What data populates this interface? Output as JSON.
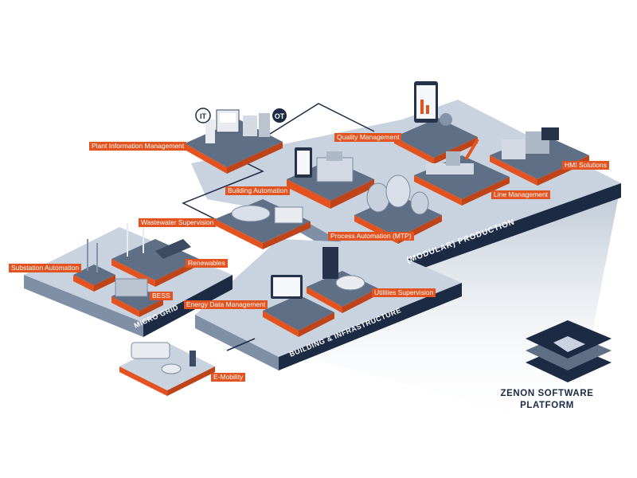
{
  "labels": {
    "plant_info": "Plant Information Management",
    "quality": "Quality Management",
    "building_automation": "Building Automation",
    "hmi": "HMI Solutions",
    "line_mgmt": "Line Management",
    "wastewater": "Wastewater Supervision",
    "process_auto": "Process Automation (MTP)",
    "substation": "Substation Automation",
    "renewables": "Renewables",
    "bess": "BESS",
    "energy_data": "Energy Data Management",
    "utilities": "Utilities Supervision",
    "emobility": "E-Mobility"
  },
  "badges": {
    "it": "IT",
    "ot": "OT"
  },
  "platforms": {
    "modular_production": "(MODULAR) PRODUCTION",
    "building_infra": "BUILDING & INFRASTRUCTURE",
    "micro_grid": "MICRO GRID"
  },
  "brand": {
    "line1": "ZENON SOFTWARE",
    "line2": "PLATFORM"
  },
  "colors": {
    "accent": "#e2531f",
    "navy": "#1c2a44",
    "platform_top": "#c9d3df",
    "tile_top": "#5e6f86"
  }
}
